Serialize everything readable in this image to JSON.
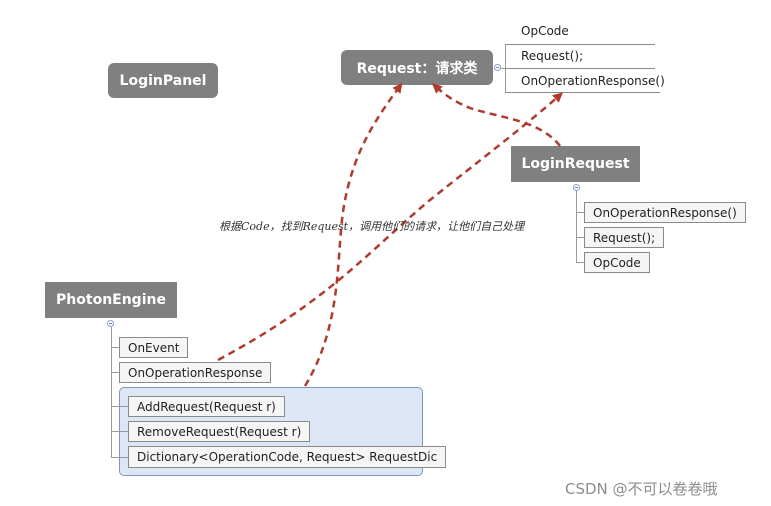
{
  "colors": {
    "node_bg": "#808080",
    "arrow": "#b03a2e",
    "highlight_bg": "#dce6f4",
    "highlight_border": "#7d96c2"
  },
  "login_panel": {
    "label": "LoginPanel"
  },
  "request_class": {
    "label": "Request：请求类",
    "members": [
      "OpCode",
      "Request();",
      "OnOperationResponse()"
    ]
  },
  "login_request": {
    "label": "LoginRequest",
    "members": [
      "OnOperationResponse()",
      "Request();",
      "OpCode"
    ]
  },
  "photon_engine": {
    "label": "PhotonEngine",
    "members": [
      "OnEvent",
      "OnOperationResponse",
      "AddRequest(Request r)",
      "RemoveRequest(Request r)",
      "Dictionary<OperationCode, Request> RequestDic"
    ]
  },
  "annotation": "根据Code，找到Request，调用他们的请求，让他们自己处理",
  "watermark": "CSDN @不可以卷卷哦"
}
